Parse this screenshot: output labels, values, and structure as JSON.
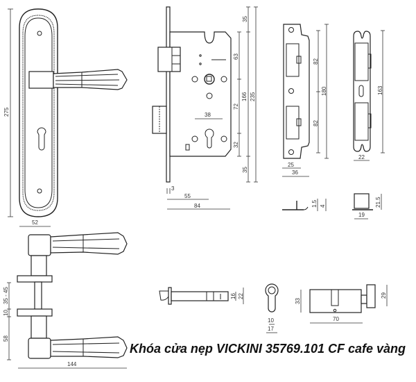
{
  "title": "Khóa cửa nẹp VICKINI 35769.101 CF cafe vàng",
  "dimensions": {
    "plate_height": "275",
    "plate_width": "52",
    "mortise_top": "35",
    "mortise_63": "63",
    "mortise_166": "166",
    "mortise_72": "72",
    "mortise_235": "235",
    "mortise_32": "32",
    "mortise_bottom": "35",
    "mortise_38": "38",
    "faceplate_thickness": "3",
    "backset": "55",
    "body_depth": "84",
    "strike_82_top": "82",
    "strike_82_bottom": "82",
    "strike_180": "180",
    "strike_25": "25",
    "strike_36": "36",
    "box_163": "163",
    "box_22": "22",
    "angle_1_5": "1.5",
    "angle_4": "4",
    "box_21_5": "21.5",
    "box_19": "19",
    "door_35_45": "35 - 45",
    "rose_10": "10",
    "lever_58": "58",
    "lever_144": "144",
    "latch_16": "16",
    "latch_22": "22",
    "cyl_10": "10",
    "cyl_17": "17",
    "cyl_33": "33",
    "cyl_29": "29",
    "cyl_70": "70"
  }
}
